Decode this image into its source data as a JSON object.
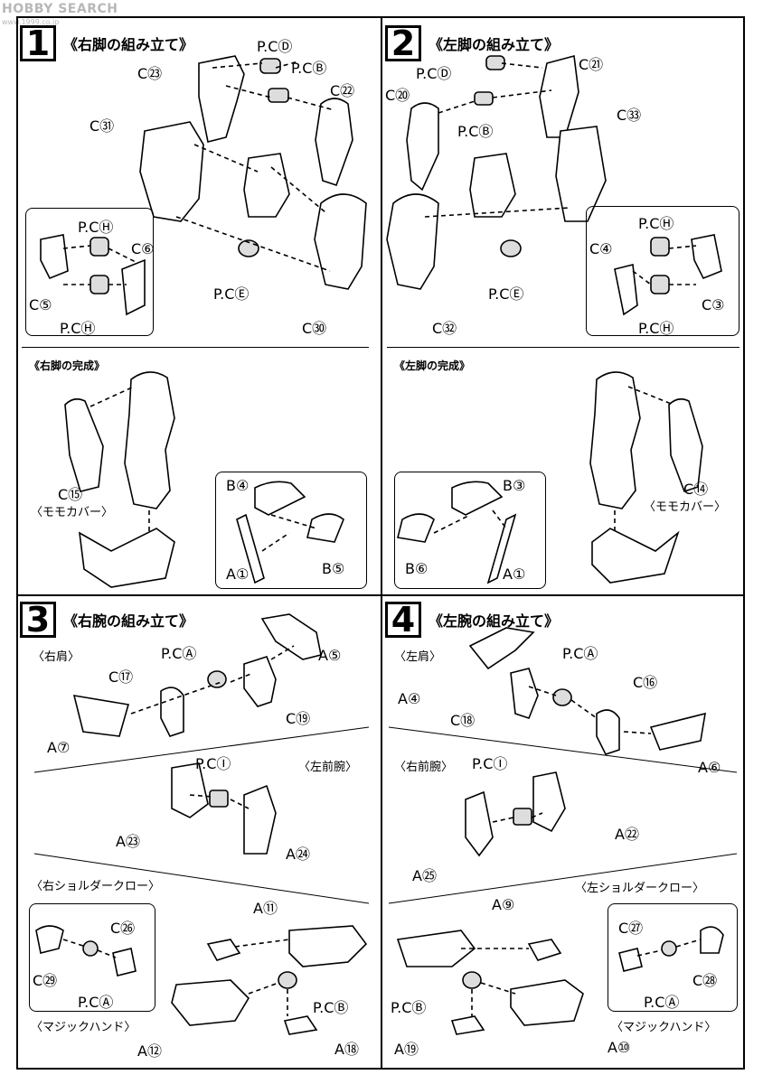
{
  "watermark": {
    "site": "HOBBY SEARCH",
    "url": "www.1999.co.jp"
  },
  "steps": [
    {
      "num": "1",
      "title": "《右脚の組み立て》",
      "labels": [
        "P.CⒹ",
        "C㉓",
        "P.CⒷ",
        "C㉒",
        "C㉛",
        "P.CⒽ",
        "C⑥",
        "C⑤",
        "P.CⒽ",
        "P.CⒺ",
        "C㉚"
      ],
      "complete": "《右脚の完成》",
      "complete_labels": [
        "C⑮",
        "〈モモカバー〉",
        "B④",
        "A①",
        "B⑤"
      ]
    },
    {
      "num": "2",
      "title": "《左脚の組み立て》",
      "labels": [
        "P.CⒹ",
        "C㉑",
        "C⑳",
        "P.CⒷ",
        "C㉝",
        "P.CⒽ",
        "C④",
        "C③",
        "P.CⒽ",
        "P.CⒺ",
        "C㉜"
      ],
      "complete": "《左脚の完成》",
      "complete_labels": [
        "C⑭",
        "〈モモカバー〉",
        "B③",
        "B⑥",
        "A①"
      ]
    },
    {
      "num": "3",
      "title": "《右腕の組み立て》",
      "shoulder": "〈右肩〉",
      "shoulder_labels": [
        "P.CⒶ",
        "C⑰",
        "A⑤",
        "C⑲",
        "A⑦"
      ],
      "forearm": "〈右前腕〉",
      "forearm_labels": [
        "P.CⒾ",
        "A㉓",
        "A㉔"
      ],
      "claw": "〈右ショルダークロー〉",
      "claw_labels": [
        "A⑪",
        "C㉖",
        "C㉙",
        "P.CⒶ",
        "P.CⒷ",
        "A⑫",
        "A⑱"
      ],
      "hand": "〈マジックハンド〉"
    },
    {
      "num": "4",
      "title": "《左腕の組み立て》",
      "shoulder": "〈左肩〉",
      "shoulder_labels": [
        "P.CⒶ",
        "A④",
        "C⑯",
        "C⑱",
        "A⑥"
      ],
      "forearm": "〈左前腕〉",
      "forearm_labels": [
        "P.CⒾ",
        "A㉒",
        "A㉕"
      ],
      "claw": "〈左ショルダークロー〉",
      "claw_labels": [
        "A⑨",
        "C㉗",
        "P.CⒷ",
        "C㉘",
        "P.CⒶ",
        "A⑲",
        "A⑩"
      ],
      "hand": "〈マジックハンド〉"
    }
  ]
}
